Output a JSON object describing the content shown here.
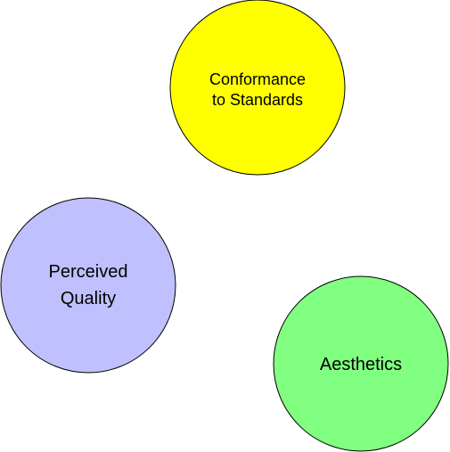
{
  "diagram": {
    "nodes": [
      {
        "id": "conformance",
        "lines": [
          "Conformance",
          "to Standards"
        ],
        "fill": "#ffff00",
        "stroke": "#000000"
      },
      {
        "id": "perceived",
        "lines": [
          "Perceived",
          "Quality"
        ],
        "fill": "#c0c0ff",
        "stroke": "#000000"
      },
      {
        "id": "aesthetics",
        "lines": [
          "Aesthetics"
        ],
        "fill": "#80ff80",
        "stroke": "#000000"
      }
    ]
  }
}
